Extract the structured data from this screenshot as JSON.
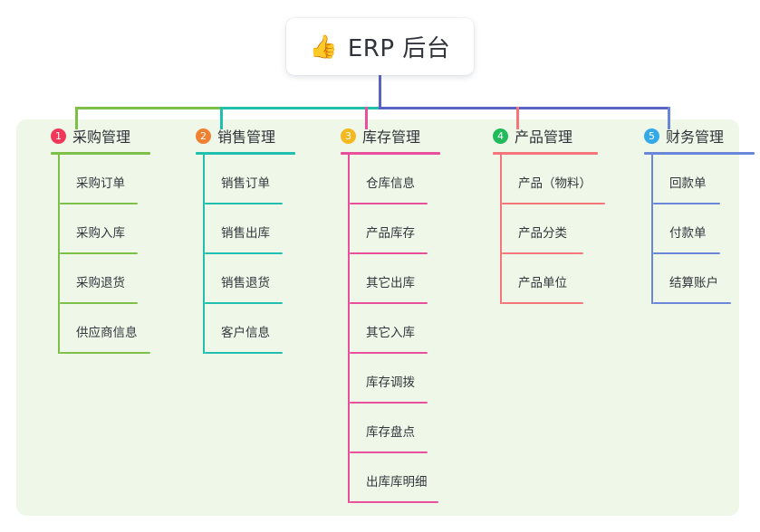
{
  "root": {
    "icon": "thumbs-up-emoji",
    "emoji": "👍",
    "title": "ERP 后台"
  },
  "theme": {
    "canvas_bg": "#ffffff",
    "panel_bg": "#eff7e9",
    "root_text": "#30343a",
    "title_text": "#2f3339",
    "item_text": "#32363c",
    "trunk_color": "#5a62c4"
  },
  "columns": [
    {
      "index": "1",
      "title": "采购管理",
      "badge_color": "#f2385a",
      "line_color": "#7cc04a",
      "items": [
        {
          "label": "采购订单",
          "rule_width": 86
        },
        {
          "label": "采购入库",
          "rule_width": 86
        },
        {
          "label": "采购退货",
          "rule_width": 86
        },
        {
          "label": "供应商信息",
          "rule_width": 100
        }
      ]
    },
    {
      "index": "2",
      "title": "销售管理",
      "badge_color": "#f08032",
      "line_color": "#21bfae",
      "items": [
        {
          "label": "销售订单",
          "rule_width": 86
        },
        {
          "label": "销售出库",
          "rule_width": 86
        },
        {
          "label": "销售退货",
          "rule_width": 86
        },
        {
          "label": "客户信息",
          "rule_width": 86
        }
      ]
    },
    {
      "index": "3",
      "title": "库存管理",
      "badge_color": "#f5b920",
      "line_color": "#e9509b",
      "items": [
        {
          "label": "仓库信息",
          "rule_width": 86
        },
        {
          "label": "产品库存",
          "rule_width": 86
        },
        {
          "label": "其它出库",
          "rule_width": 86
        },
        {
          "label": "其它入库",
          "rule_width": 86
        },
        {
          "label": "库存调拨",
          "rule_width": 86
        },
        {
          "label": "库存盘点",
          "rule_width": 86
        },
        {
          "label": "出库库明细",
          "rule_width": 98
        }
      ]
    },
    {
      "index": "4",
      "title": "产品管理",
      "badge_color": "#22bb5b",
      "line_color": "#f4767a",
      "items": [
        {
          "label": "产品（物料）",
          "rule_width": 114
        },
        {
          "label": "产品分类",
          "rule_width": 90
        },
        {
          "label": "产品单位",
          "rule_width": 90
        }
      ]
    },
    {
      "index": "5",
      "title": "财务管理",
      "badge_color": "#33a9e8",
      "line_color": "#6a86d8",
      "items": [
        {
          "label": "回款单",
          "rule_width": 74
        },
        {
          "label": "付款单",
          "rule_width": 74
        },
        {
          "label": "结算账户",
          "rule_width": 86
        }
      ]
    }
  ]
}
